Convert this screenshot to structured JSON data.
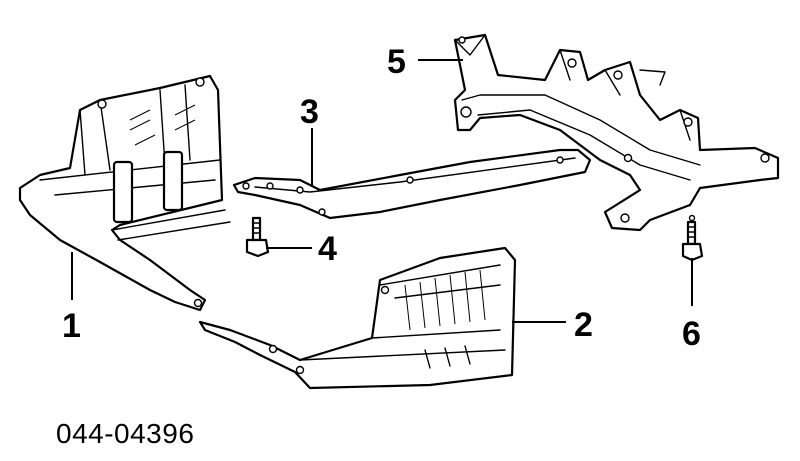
{
  "diagram": {
    "part_number": "044-04396",
    "callouts": [
      {
        "id": "1",
        "label": "1"
      },
      {
        "id": "2",
        "label": "2"
      },
      {
        "id": "3",
        "label": "3"
      },
      {
        "id": "4",
        "label": "4"
      },
      {
        "id": "5",
        "label": "5"
      },
      {
        "id": "6",
        "label": "6"
      }
    ]
  }
}
